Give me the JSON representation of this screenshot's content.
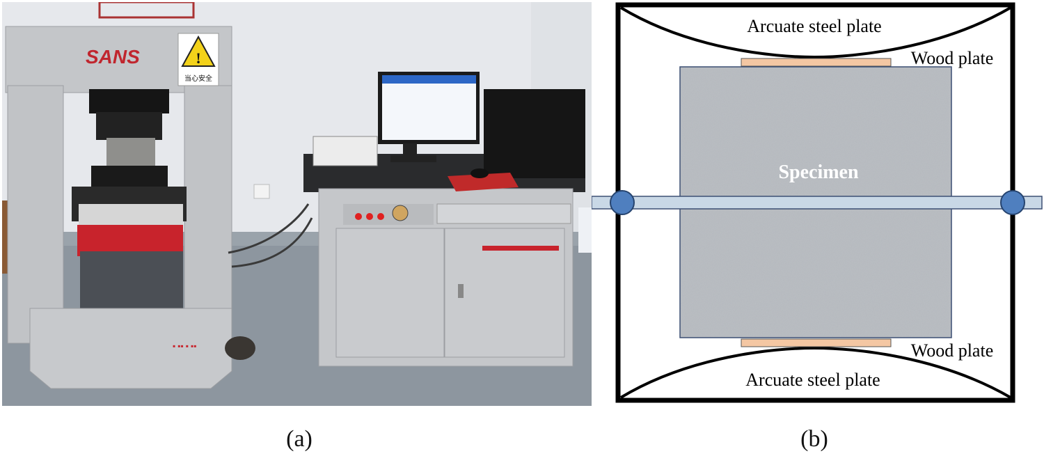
{
  "panel_a": {
    "caption": "(a)",
    "machine_brand": "SANS",
    "safety_label": "当心安全"
  },
  "panel_b": {
    "caption": "(b)",
    "top_plate_label": "Arcuate steel plate",
    "bottom_plate_label": "Arcuate steel plate",
    "top_wood_label": "Wood plate",
    "bottom_wood_label": "Wood plate",
    "specimen_label": "Specimen",
    "colors": {
      "frame": "#000000",
      "wood": "#f4c7a3",
      "specimen": "#b4b8bd",
      "rod": "#c9d8e6",
      "joint": "#4f7fbf"
    }
  }
}
